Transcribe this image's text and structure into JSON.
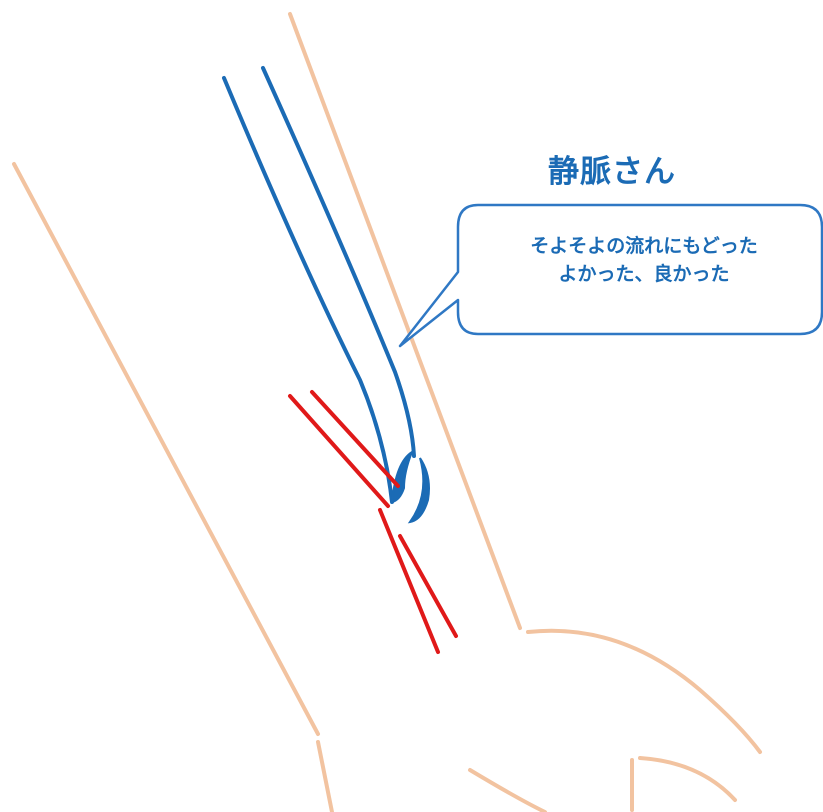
{
  "title": "静脈さん",
  "speech": {
    "line1": "そよそよの流れにもどった",
    "line2": "よかった、良かった"
  },
  "colors": {
    "skin": "#f2c3a0",
    "vein": "#1b6bb5",
    "artery": "#e01919",
    "bubble_border": "#2f78c4",
    "text": "#1b6bb5"
  }
}
